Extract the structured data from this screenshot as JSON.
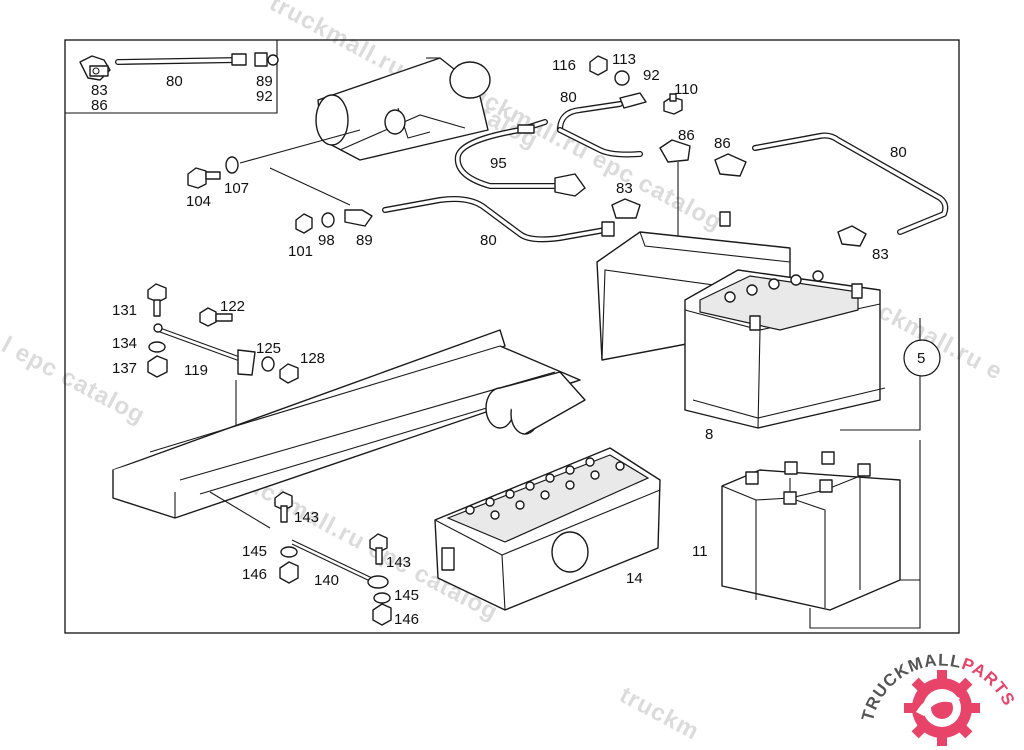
{
  "diagram": {
    "callouts": [
      {
        "id": "c83a",
        "text": "83"
      },
      {
        "id": "c86a",
        "text": "86"
      },
      {
        "id": "c80a",
        "text": "80"
      },
      {
        "id": "c89a",
        "text": "89"
      },
      {
        "id": "c92a",
        "text": "92"
      },
      {
        "id": "c116",
        "text": "116"
      },
      {
        "id": "c113",
        "text": "113"
      },
      {
        "id": "c92b",
        "text": "92"
      },
      {
        "id": "c110",
        "text": "110"
      },
      {
        "id": "c80b",
        "text": "80"
      },
      {
        "id": "c86b",
        "text": "86"
      },
      {
        "id": "c86c",
        "text": "86"
      },
      {
        "id": "c80c",
        "text": "80"
      },
      {
        "id": "c95",
        "text": "95"
      },
      {
        "id": "c83b",
        "text": "83"
      },
      {
        "id": "c104",
        "text": "104"
      },
      {
        "id": "c107",
        "text": "107"
      },
      {
        "id": "c101",
        "text": "101"
      },
      {
        "id": "c98",
        "text": "98"
      },
      {
        "id": "c89b",
        "text": "89"
      },
      {
        "id": "c80d",
        "text": "80"
      },
      {
        "id": "c83c",
        "text": "83"
      },
      {
        "id": "c131",
        "text": "131"
      },
      {
        "id": "c122",
        "text": "122"
      },
      {
        "id": "c134",
        "text": "134"
      },
      {
        "id": "c125",
        "text": "125"
      },
      {
        "id": "c128",
        "text": "128"
      },
      {
        "id": "c137",
        "text": "137"
      },
      {
        "id": "c119",
        "text": "119"
      },
      {
        "id": "c5",
        "text": "5"
      },
      {
        "id": "c8",
        "text": "8"
      },
      {
        "id": "c143a",
        "text": "143"
      },
      {
        "id": "c145a",
        "text": "145"
      },
      {
        "id": "c143b",
        "text": "143"
      },
      {
        "id": "c146a",
        "text": "146"
      },
      {
        "id": "c140",
        "text": "140"
      },
      {
        "id": "c145b",
        "text": "145"
      },
      {
        "id": "c146b",
        "text": "146"
      },
      {
        "id": "c14",
        "text": "14"
      },
      {
        "id": "c11",
        "text": "11"
      }
    ]
  },
  "watermark": {
    "text1": "truckmall.ru epc catalog",
    "text2": "truckmall.ru epc catalog",
    "text3": "truckmall.ru epc catalog",
    "text4": "truckmall.ru e",
    "text5": "l epc catalog",
    "text6": "truckm"
  },
  "logo": {
    "word_dark": "TRUCKMALL",
    "word_accent": "PARTS",
    "accent_color": "#e8446a",
    "dark_color": "#555555"
  }
}
